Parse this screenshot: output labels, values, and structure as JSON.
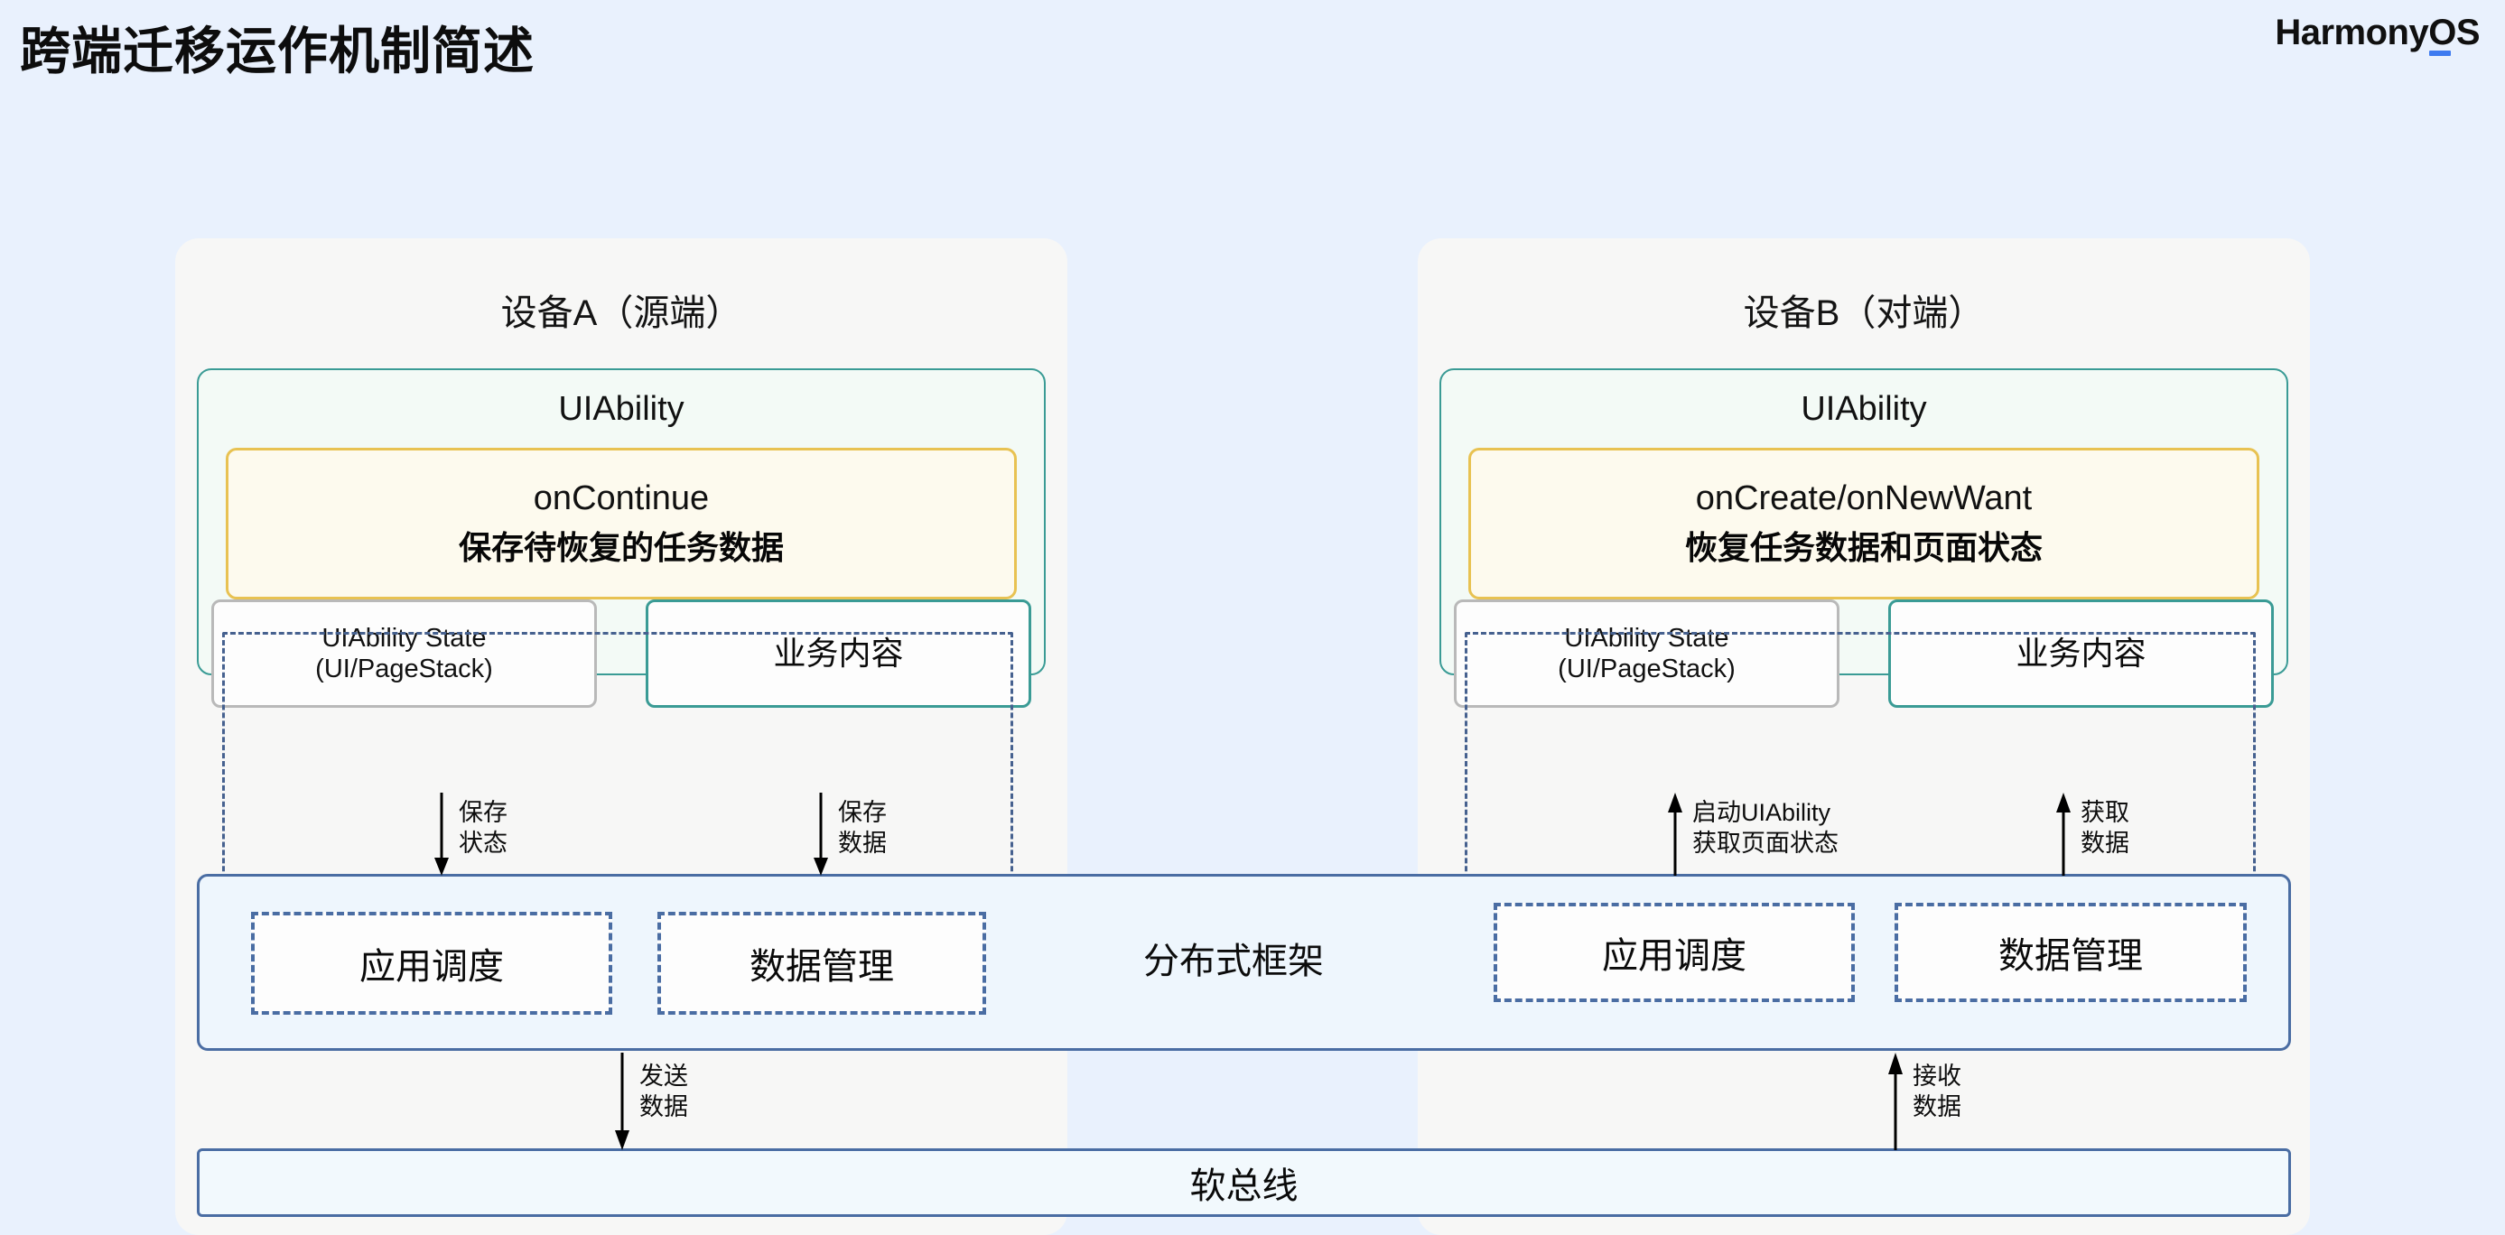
{
  "header": {
    "title": "跨端迁移运作机制简述",
    "brand_prefix": "Harmony",
    "brand_suffix": "OS",
    "brand_underline_color": "#3e7bf0"
  },
  "colors": {
    "page_background": "#e9f1fd",
    "panel_background": "#f7f7f6",
    "uiability_border": "#3a9b95",
    "uiability_fill": "#f3faf6",
    "lifecycle_border": "#e8c252",
    "lifecycle_fill": "#fdfaee",
    "framework_border": "#4a6da3",
    "framework_fill": "#eef6fd",
    "dashed_region_border": "#46618f",
    "state_card_gray_border": "#b9b9b9"
  },
  "device_a": {
    "title": "设备A（源端）",
    "uiability_label": "UIAbility",
    "lifecycle": {
      "api": "onContinue",
      "description": "保存待恢复的任务数据"
    },
    "state_cards": [
      {
        "line1": "UIAbility State",
        "line2": "(UI/PageStack)",
        "style": "gray"
      },
      {
        "text": "业务内容",
        "style": "teal"
      }
    ],
    "framework_modules": [
      "应用调度",
      "数据管理"
    ],
    "arrows": [
      {
        "name": "save-state",
        "direction": "down",
        "label_line1": "保存",
        "label_line2": "状态"
      },
      {
        "name": "save-data",
        "direction": "down",
        "label_line1": "保存",
        "label_line2": "数据"
      },
      {
        "name": "send-data",
        "direction": "down",
        "label_line1": "发送",
        "label_line2": "数据"
      }
    ]
  },
  "device_b": {
    "title": "设备B（对端）",
    "uiability_label": "UIAbility",
    "lifecycle": {
      "api": "onCreate/onNewWant",
      "description": "恢复任务数据和页面状态"
    },
    "state_cards": [
      {
        "line1": "UIAbility State",
        "line2": "(UI/PageStack)",
        "style": "gray"
      },
      {
        "text": "业务内容",
        "style": "teal"
      }
    ],
    "framework_modules": [
      "应用调度",
      "数据管理"
    ],
    "arrows": [
      {
        "name": "start-uiability",
        "direction": "up",
        "label_line1": "启动UIAbility",
        "label_line2": "获取页面状态"
      },
      {
        "name": "fetch-data",
        "direction": "up",
        "label_line1": "获取",
        "label_line2": "数据"
      },
      {
        "name": "receive-data",
        "direction": "up",
        "label_line1": "接收",
        "label_line2": "数据"
      }
    ]
  },
  "framework": {
    "center_label": "分布式框架"
  },
  "softbus": {
    "label": "软总线"
  }
}
